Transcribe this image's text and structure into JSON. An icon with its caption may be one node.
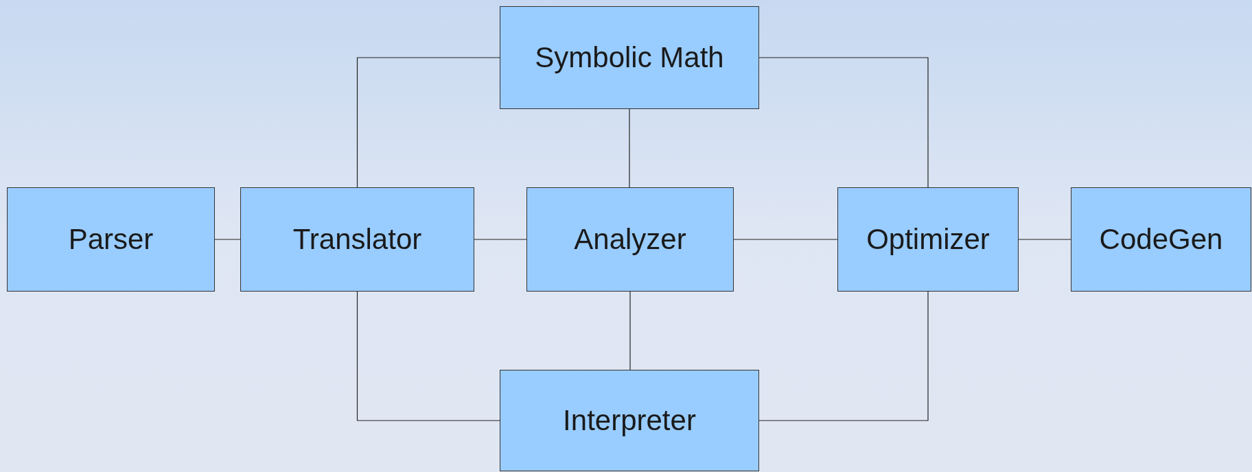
{
  "diagram": {
    "nodes": [
      {
        "text": [
          "Symbolic Math"
        ]
      },
      {
        "text": [
          "Parser"
        ]
      },
      {
        "text": [
          "Translator"
        ]
      },
      {
        "text": [
          "Analyzer"
        ]
      },
      {
        "text": [
          "Optimizer"
        ]
      },
      {
        "text": [
          "CodeGen"
        ]
      },
      {
        "text": [
          "Interpreter"
        ]
      }
    ],
    "edges": [
      {
        "from": 0,
        "to": 2,
        "arrow": "none"
      },
      {
        "from": 0,
        "to": 3,
        "arrow": "none"
      },
      {
        "from": 0,
        "to": 4,
        "arrow": "none"
      },
      {
        "from": 1,
        "to": 2,
        "arrow": "none"
      },
      {
        "from": 2,
        "to": 3,
        "arrow": "none"
      },
      {
        "from": 3,
        "to": 4,
        "arrow": "none"
      },
      {
        "from": 4,
        "to": 5,
        "arrow": "none"
      },
      {
        "from": 2,
        "to": 6,
        "arrow": "none"
      },
      {
        "from": 3,
        "to": 6,
        "arrow": "none"
      },
      {
        "from": 6,
        "to": 4,
        "arrow": "none"
      }
    ]
  }
}
